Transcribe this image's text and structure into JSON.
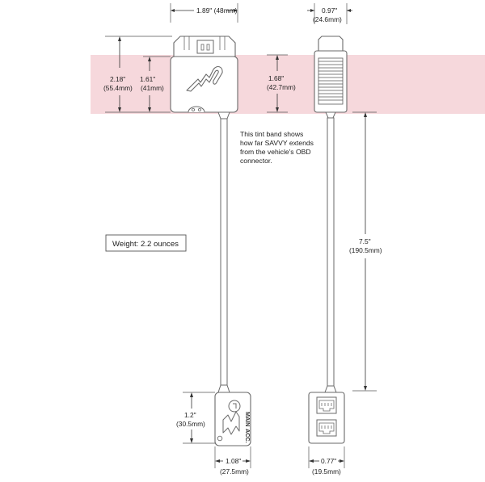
{
  "colors": {
    "tint_band": "#f6d8dc",
    "outline": "#6a6a6a",
    "text": "#222222"
  },
  "dimensions": {
    "obd_width_in": "1.89\"",
    "obd_width_mm": "(48mm)",
    "side_width_in": "0.97\"",
    "side_width_mm": "(24.6mm)",
    "total_height_in": "2.18\"",
    "total_height_mm": "(55.4mm)",
    "band_height_in": "1.61\"",
    "band_height_mm": "(41mm)",
    "side_band_in": "1.68\"",
    "side_band_mm": "(42.7mm)",
    "cable_length_in": "7.5\"",
    "cable_length_mm": "(190.5mm)",
    "jack_height_in": "1.2\"",
    "jack_height_mm": "(30.5mm)",
    "jack_width_in": "1.08\"",
    "jack_width_mm": "(27.5mm)",
    "jack_side_width_in": "0.77\"",
    "jack_side_width_mm": "(19.5mm)"
  },
  "note": {
    "line1": "This tint band shows",
    "line2": "how far SAVVY extends",
    "line3": "from the vehicle's OBD",
    "line4": "connector."
  },
  "weight": "Weight: 2.2 ounces",
  "port_labels": {
    "main": "MAIN",
    "acc": "ACC."
  },
  "icons": {
    "logo": "savvy-logo-icon",
    "connector": "obd-connector-icon",
    "jack": "rj-jack-icon"
  }
}
